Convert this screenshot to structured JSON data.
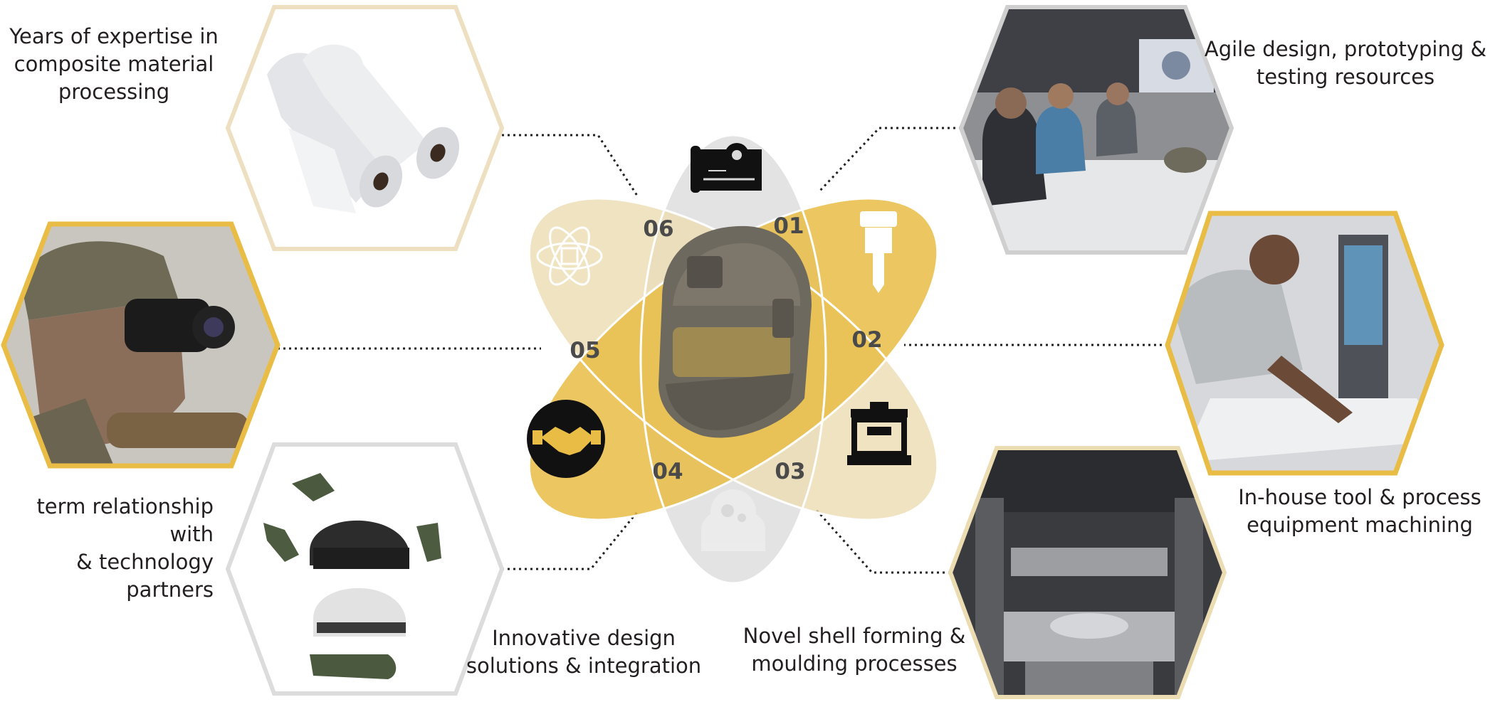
{
  "center": {
    "numbers": [
      "01",
      "02",
      "03",
      "04",
      "05",
      "06"
    ]
  },
  "items": [
    {
      "number": "01",
      "caption": "Agile design, prototyping &\ntesting resources",
      "icon": "spanner-tool-icon"
    },
    {
      "number": "02",
      "caption": "In-house tool & process\nequipment machining",
      "icon": "hydraulic-press-icon"
    },
    {
      "number": "03",
      "caption": "Novel shell forming &\nmoulding processes",
      "icon": "brain-gear-icon"
    },
    {
      "number": "04",
      "caption": "Innovative design\nsolutions & integration",
      "icon": "handshake-icon"
    },
    {
      "number": "05",
      "caption": "term relationship with\n& technology partners",
      "icon": "atom-cube-icon"
    },
    {
      "number": "06",
      "caption": "Years of expertise in\ncomposite material\nprocessing",
      "icon": "blueprint-gear-icon"
    }
  ],
  "colors": {
    "gold": "#e9bd45",
    "gold_light": "#f2d88c",
    "cream": "#ecdcb2",
    "grey": "#d6d6d6",
    "dots": "#222222"
  }
}
